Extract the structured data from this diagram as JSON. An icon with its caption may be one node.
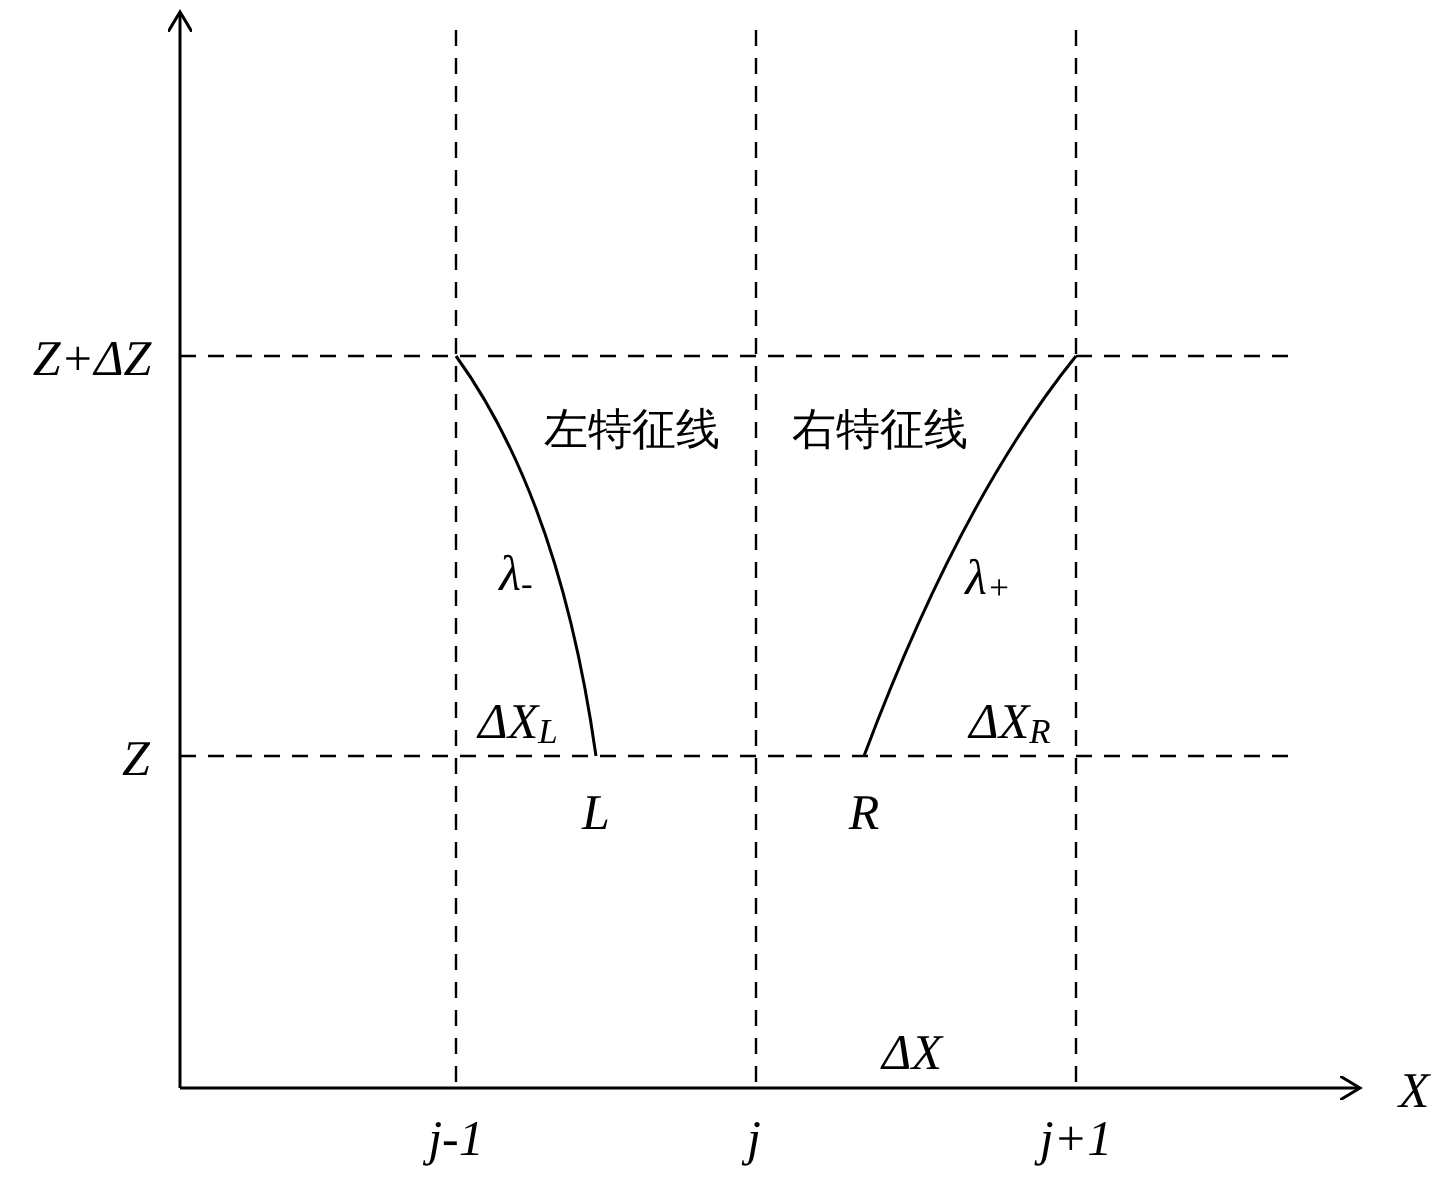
{
  "diagram": {
    "labels": [
      "Z+ΔZ",
      "左特征线",
      "右特征线",
      "λ$_{-}$",
      "λ$_{+}$",
      "ΔX$_{L}$",
      "ΔX$_{R}$",
      "Z",
      "L",
      "R",
      "ΔX",
      "X",
      "j-1",
      "j",
      "j+1"
    ]
  }
}
